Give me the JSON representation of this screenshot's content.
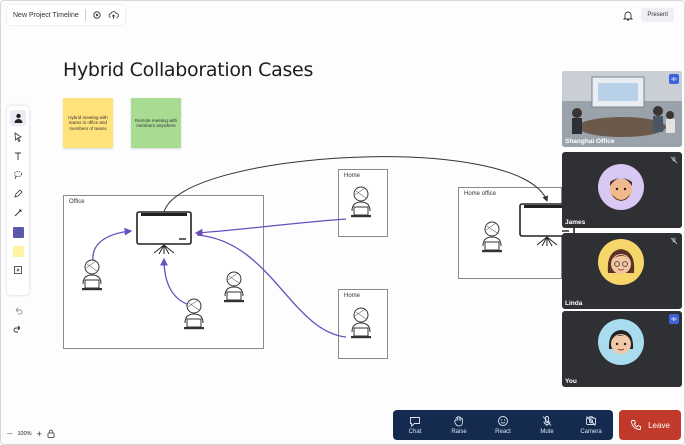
{
  "topbar": {
    "title": "New Project Timeline",
    "present_label": "Present"
  },
  "canvas": {
    "heading": "Hybrid Collaboration Cases",
    "stickies": [
      {
        "text": "Hybrid meeting with teams in office and members of teams",
        "color": "#ffe27a"
      },
      {
        "text": "Remote meeting with members anywhere",
        "color": "#a8dc92"
      }
    ],
    "boxes": {
      "office": "Office",
      "home_top": "Home",
      "home_bottom": "Home",
      "home_office": "Home office"
    },
    "arrow_color": "#6b4fbf"
  },
  "zoom": {
    "level": "100%"
  },
  "call_controls": [
    {
      "label": "Chat",
      "icon": "chat-icon"
    },
    {
      "label": "Raise",
      "icon": "hand-icon"
    },
    {
      "label": "React",
      "icon": "smiley-icon"
    },
    {
      "label": "Mute",
      "icon": "mic-off-icon"
    },
    {
      "label": "Camera",
      "icon": "camera-off-icon"
    }
  ],
  "leave": {
    "label": "Leave",
    "color": "#c0392b"
  },
  "participants": [
    {
      "name": "Shanghai Office",
      "status": "speaking"
    },
    {
      "name": "James",
      "status": "muted"
    },
    {
      "name": "Linda",
      "status": "muted"
    },
    {
      "name": "You",
      "status": "speaking"
    }
  ]
}
